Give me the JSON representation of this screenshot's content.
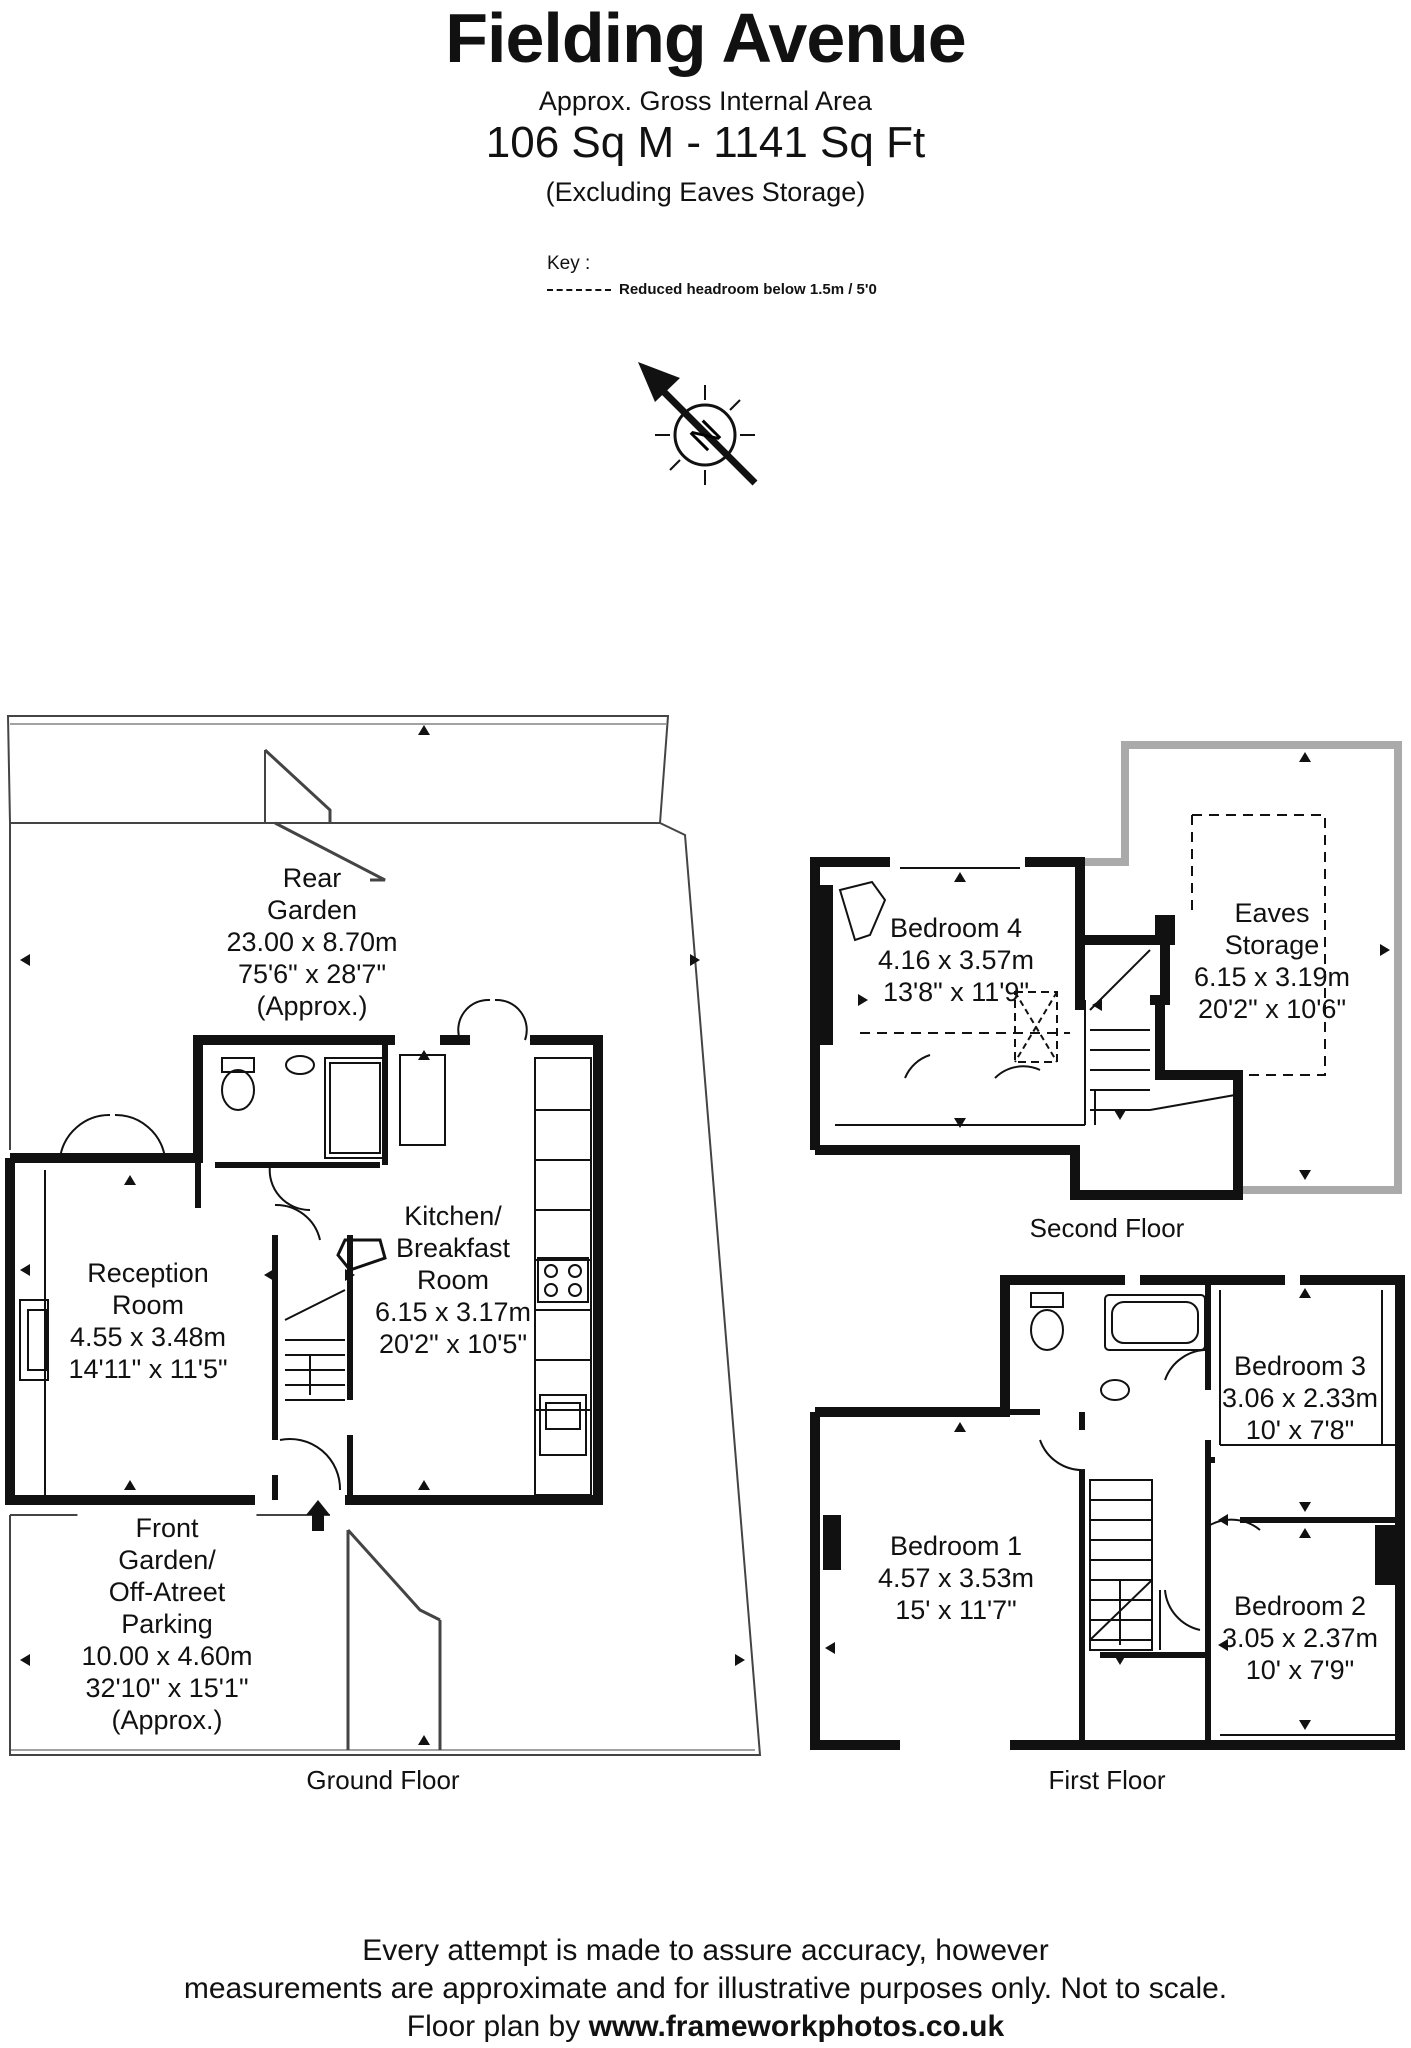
{
  "header": {
    "title": "Fielding Avenue",
    "subtitle": "Approx. Gross Internal Area",
    "area": "106 Sq M  -  1141 Sq Ft",
    "exclusion": "(Excluding Eaves Storage)"
  },
  "key": {
    "label": "Key :",
    "item": "Reduced  headroom below 1.5m / 5'0"
  },
  "compass": {
    "letter": "N"
  },
  "floors": {
    "ground": "Ground Floor",
    "first": "First Floor",
    "second": "Second Floor"
  },
  "rooms": {
    "rear_garden": [
      "Rear",
      "Garden",
      "23.00 x 8.70m",
      "75'6\" x 28'7\"",
      "(Approx.)"
    ],
    "reception": [
      "Reception",
      "Room",
      "4.55 x 3.48m",
      "14'11\" x 11'5\""
    ],
    "kitchen": [
      "Kitchen/",
      "Breakfast",
      "Room",
      "6.15 x 3.17m",
      "20'2\" x 10'5\""
    ],
    "front_garden": [
      "Front",
      "Garden/",
      "Off-Atreet",
      "Parking",
      "10.00 x 4.60m",
      "32'10\" x 15'1\"",
      "(Approx.)"
    ],
    "bedroom4": [
      "Bedroom 4",
      "4.16 x 3.57m",
      "13'8\" x 11'9\""
    ],
    "eaves": [
      "Eaves",
      "Storage",
      "6.15 x 3.19m",
      "20'2\" x 10'6\""
    ],
    "bedroom3": [
      "Bedroom 3",
      "3.06 x 2.33m",
      "10' x 7'8\""
    ],
    "bedroom1": [
      "Bedroom 1",
      "4.57 x 3.53m",
      "15' x 11'7\""
    ],
    "bedroom2": [
      "Bedroom 2",
      "3.05 x 2.37m",
      "10' x 7'9\""
    ]
  },
  "footer": {
    "line1": "Every attempt is made to assure accuracy, however",
    "line2": "measurements are approximate and for illustrative purposes only. Not to scale.",
    "line3_prefix": "Floor plan by  ",
    "line3_link": "www.frameworkphotos.co.uk"
  }
}
